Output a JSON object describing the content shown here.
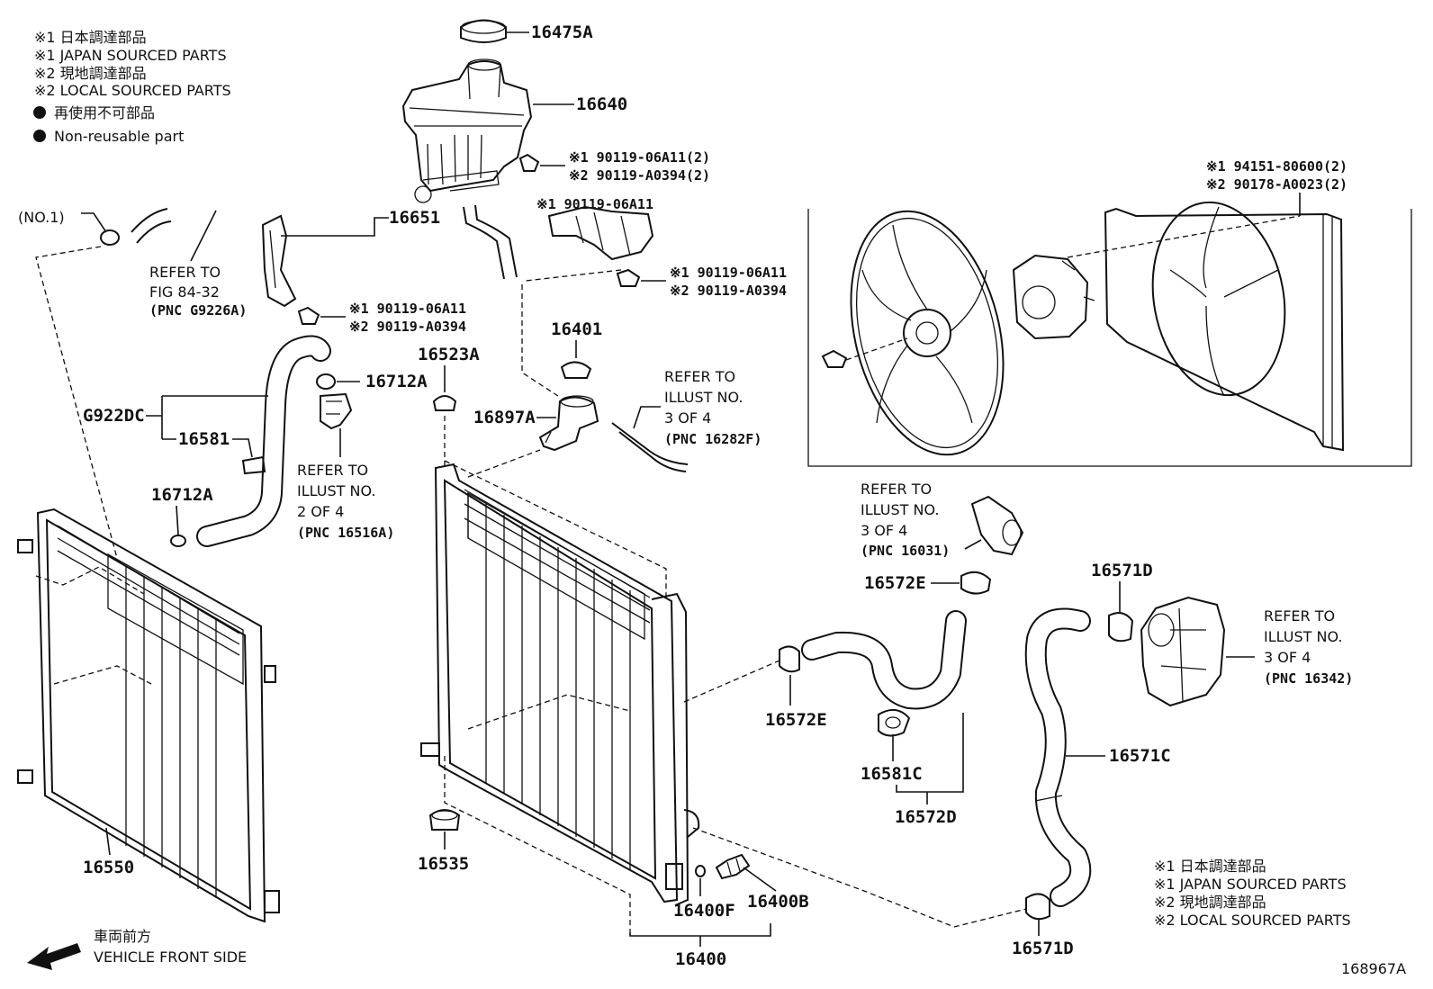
{
  "legend_top": {
    "l1": "※1  日本調達部品",
    "l2": "※1  JAPAN SOURCED PARTS",
    "l3": "※2  現地調達部品",
    "l4": "※2  LOCAL SOURCED PARTS",
    "l5": "再使用不可部品",
    "l6": "Non-reusable part"
  },
  "legend_bottom": {
    "l1": "※1  日本調達部品",
    "l2": "※1  JAPAN SOURCED PARTS",
    "l3": "※2  現地調達部品",
    "l4": "※2  LOCAL SOURCED PARTS"
  },
  "parts": {
    "p16475A": "16475A",
    "p16640": "16640",
    "p16651": "16651",
    "p16401": "16401",
    "p16523A": "16523A",
    "p16712A_a": "16712A",
    "p16712A_b": "16712A",
    "pG922DC": "G922DC",
    "p16581": "16581",
    "p16897A": "16897A",
    "p16550": "16550",
    "p16535": "16535",
    "p16400F": "16400F",
    "p16400B": "16400B",
    "p16400": "16400",
    "p16572E_a": "16572E",
    "p16572E_b": "16572E",
    "p16581C": "16581C",
    "p16572D": "16572D",
    "p16571D_a": "16571D",
    "p16571D_b": "16571D",
    "p16571C": "16571C",
    "no1": "(NO.1)"
  },
  "bolts": {
    "b1a": "※1  90119-06A11(2)",
    "b1b": "※2  90119-A0394(2)",
    "b2": "※1  90119-06A11",
    "b3a": "※1  90119-06A11",
    "b3b": "※2  90119-A0394",
    "b4a": "※1  90119-06A11",
    "b4b": "※2  90119-A0394",
    "b5a": "※1  94151-80600(2)",
    "b5b": "※2  90178-A0023(2)"
  },
  "refs": {
    "fig_a": "REFER TO",
    "fig_b": "FIG 84-32",
    "fig_c": "(PNC G9226A)",
    "r3a": "REFER TO",
    "r3b": "ILLUST NO.",
    "r3c": "3 OF 4",
    "r3d": "(PNC 16282F)",
    "r2a": "REFER TO",
    "r2b": "ILLUST NO.",
    "r2c": "2 OF 4",
    "r2d": "(PNC 16516A)",
    "r4a": "REFER TO",
    "r4b": "ILLUST NO.",
    "r4c": "3 OF 4",
    "r4d": "(PNC 16031)",
    "r5a": "REFER TO",
    "r5b": "ILLUST NO.",
    "r5c": "3 OF 4",
    "r5d": "(PNC 16342)"
  },
  "front": {
    "jp": "車両前方",
    "en": "VEHICLE FRONT SIDE"
  },
  "figure_id": "168967A"
}
